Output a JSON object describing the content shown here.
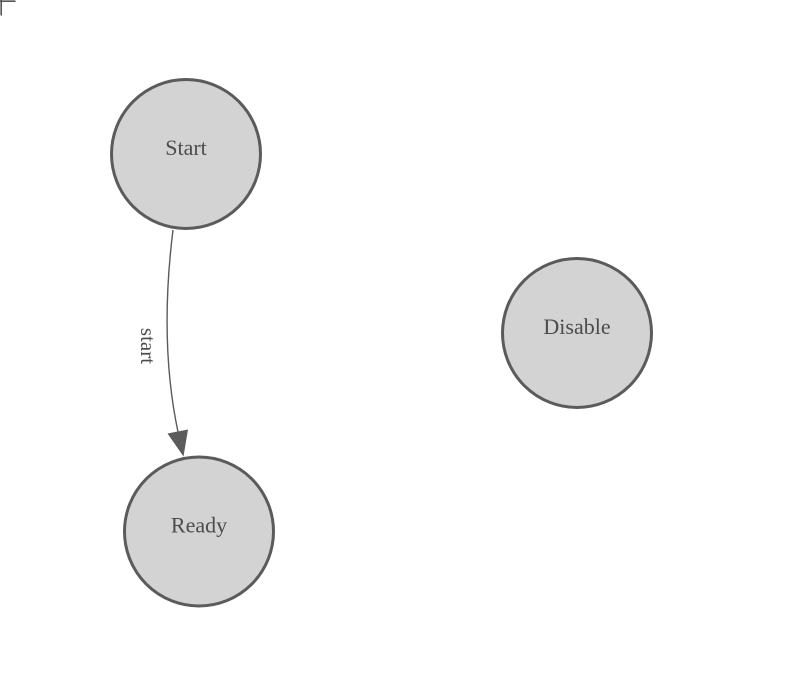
{
  "diagram": {
    "type": "state-machine",
    "nodes": [
      {
        "id": "start",
        "label": "Start"
      },
      {
        "id": "ready",
        "label": "Ready"
      },
      {
        "id": "disable",
        "label": "Disable"
      }
    ],
    "edges": [
      {
        "from": "start",
        "to": "ready",
        "label": "start"
      }
    ],
    "colors": {
      "node_fill": "#d3d3d3",
      "node_stroke": "#5b5b5b",
      "edge_stroke": "#5b5b5b",
      "arrowhead_fill": "#5b5b5b",
      "text": "#4c4c4c",
      "background": "#ffffff"
    }
  }
}
